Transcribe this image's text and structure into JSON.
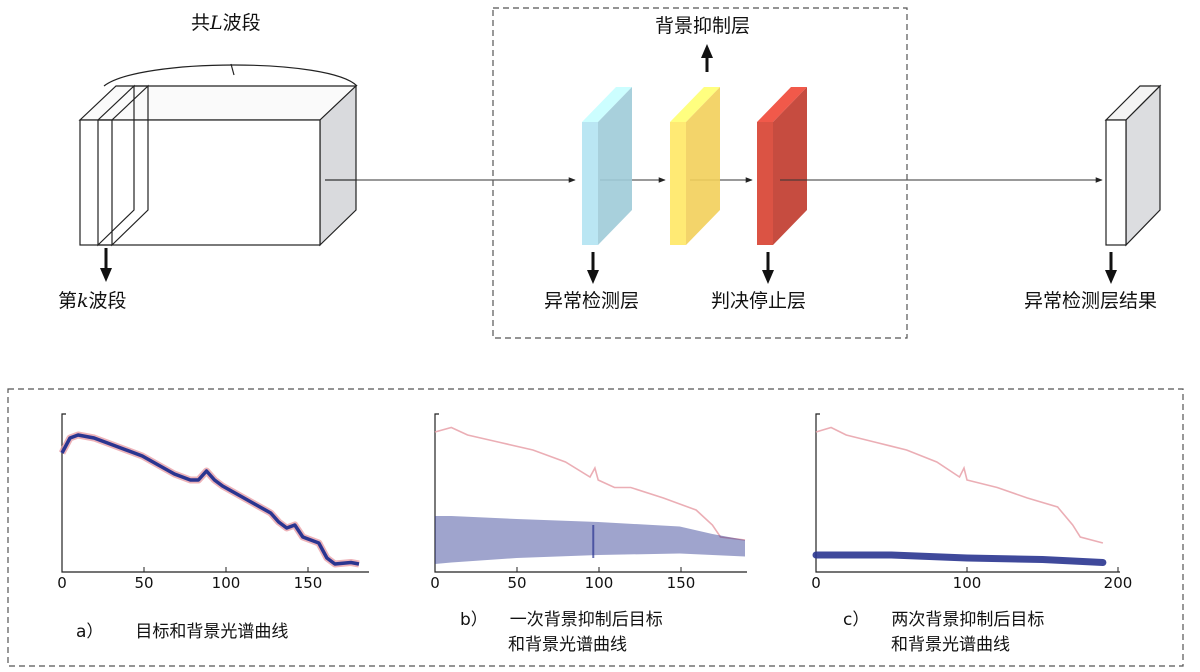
{
  "labels": {
    "total_bands_prefix": "共",
    "total_bands_var": "L",
    "total_bands_suffix": "波段",
    "kth_band_prefix": "第",
    "kth_band_var": "k",
    "kth_band_suffix": "波段",
    "background_suppression_layer": "背景抑制层",
    "anomaly_detection_layer": "异常检测层",
    "decision_stop_layer": "判决停止层",
    "anomaly_detection_result": "异常检测层结果"
  },
  "colors": {
    "layer_detection": "#9fcbd8",
    "layer_suppression": "#f2cf5a",
    "layer_decision": "#c0392b",
    "target_curve": "#e8a0a8",
    "background_curve": "#2a3590"
  },
  "panels": [
    {
      "id": "a",
      "letter": "a）",
      "caption_line1": "目标和背景光谱曲线",
      "caption_line2": "",
      "xticks": [
        "0",
        "50",
        "100",
        "150"
      ]
    },
    {
      "id": "b",
      "letter": "b）",
      "caption_line1": "一次背景抑制后目标",
      "caption_line2": "和背景光谱曲线",
      "xticks": [
        "0",
        "50",
        "100",
        "150"
      ]
    },
    {
      "id": "c",
      "letter": "c）",
      "caption_line1": "两次背景抑制后目标",
      "caption_line2": "和背景光谱曲线",
      "xticks": [
        "0",
        "100",
        "200"
      ]
    }
  ],
  "chart_data": [
    {
      "type": "line",
      "xlim": [
        0,
        190
      ],
      "x_ticks": [
        0,
        50,
        100,
        150
      ],
      "series": [
        {
          "x": [
            0,
            5,
            10,
            20,
            30,
            40,
            50,
            60,
            70,
            80,
            85,
            90,
            95,
            100,
            110,
            120,
            130,
            135,
            140,
            145,
            150,
            160,
            165,
            170,
            180,
            185
          ],
          "values": [
            0.78,
            0.88,
            0.9,
            0.88,
            0.84,
            0.8,
            0.76,
            0.7,
            0.64,
            0.6,
            0.6,
            0.66,
            0.6,
            0.56,
            0.5,
            0.44,
            0.38,
            0.32,
            0.28,
            0.3,
            0.22,
            0.18,
            0.08,
            0.04,
            0.05,
            0.04
          ]
        }
      ]
    },
    {
      "type": "line",
      "xlim": [
        0,
        190
      ],
      "x_ticks": [
        0,
        50,
        100,
        150
      ],
      "series": [
        {
          "x": [
            0,
            10,
            20,
            40,
            60,
            80,
            95,
            98,
            100,
            110,
            120,
            140,
            150,
            160,
            170,
            175,
            190
          ],
          "values": [
            0.92,
            0.95,
            0.9,
            0.85,
            0.8,
            0.72,
            0.62,
            0.68,
            0.6,
            0.55,
            0.55,
            0.48,
            0.44,
            0.4,
            0.3,
            0.22,
            0.2
          ]
        },
        {
          "x": [
            0,
            10,
            50,
            100,
            150,
            170,
            190
          ],
          "values": [
            0.36,
            0.36,
            0.34,
            0.32,
            0.29,
            0.24,
            0.2
          ]
        },
        {
          "x": [
            0,
            10,
            50,
            100,
            150,
            170,
            190
          ],
          "values": [
            0.04,
            0.05,
            0.08,
            0.1,
            0.11,
            0.1,
            0.09
          ]
        }
      ]
    },
    {
      "type": "line",
      "xlim": [
        0,
        200
      ],
      "x_ticks": [
        0,
        100,
        200
      ],
      "series": [
        {
          "x": [
            0,
            10,
            20,
            40,
            60,
            80,
            95,
            98,
            100,
            120,
            140,
            160,
            170,
            175,
            190
          ],
          "values": [
            0.92,
            0.95,
            0.9,
            0.85,
            0.8,
            0.72,
            0.62,
            0.68,
            0.6,
            0.55,
            0.48,
            0.42,
            0.3,
            0.22,
            0.18
          ]
        },
        {
          "x": [
            0,
            50,
            100,
            150,
            190
          ],
          "values": [
            0.1,
            0.1,
            0.08,
            0.07,
            0.05
          ]
        }
      ]
    }
  ]
}
